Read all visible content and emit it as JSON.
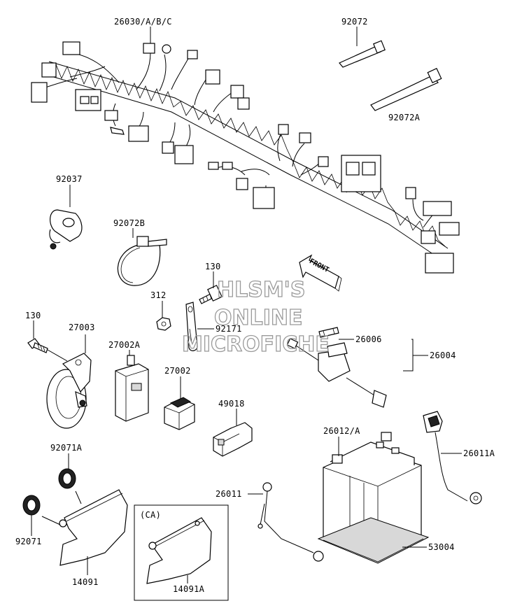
{
  "labels": {
    "harness": "26030/A/B/C",
    "band": "92072",
    "band_a": "92072A",
    "band_b": "92072B",
    "clamp": "92037",
    "bolt_top": "130",
    "nut": "312",
    "bracket": "92171",
    "bolt_left": "130",
    "horn": "27003",
    "relay_a": "27002A",
    "relay": "27002",
    "fuse": "26006",
    "fuse_holder": "26004",
    "connector": "49018",
    "battery": "26012/A",
    "lead_a": "26011A",
    "lead": "26011",
    "grommet_a": "92071A",
    "grommet": "92071",
    "cover": "14091",
    "ca_tag": "(CA)",
    "cover_a": "14091A",
    "pad": "53004",
    "front_arrow": "FRONT"
  },
  "watermark": {
    "line1": "HLSM'S",
    "line2": "ONLINE",
    "line3": "MICROFICHE"
  },
  "colors": {
    "ink": "#000000",
    "watermark": "#9a9a9a",
    "background": "#ffffff"
  }
}
